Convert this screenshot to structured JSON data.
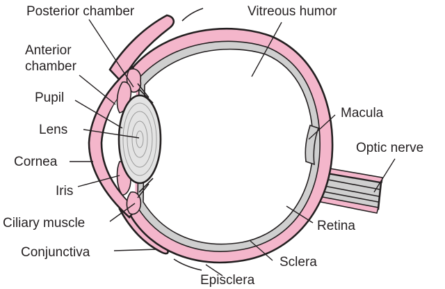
{
  "labels": {
    "posterior_chamber": "Posterior chamber",
    "vitreous_humor": "Vitreous humor",
    "anterior": "Anterior",
    "chamber": "chamber",
    "pupil": "Pupil",
    "lens": "Lens",
    "cornea": "Cornea",
    "iris": "Iris",
    "ciliary_muscle": "Ciliary muscle",
    "conjunctiva": "Conjunctiva",
    "macula": "Macula",
    "optic_nerve": "Optic nerve",
    "retina": "Retina",
    "sclera": "Sclera",
    "episclera": "Episclera"
  },
  "colors": {
    "sclera_pink": "#f4b6cb",
    "outline": "#231f20",
    "retina_gray": "#cfcfcf",
    "lens_gray": "#e3e3e3",
    "vitreous": "#ffffff"
  }
}
